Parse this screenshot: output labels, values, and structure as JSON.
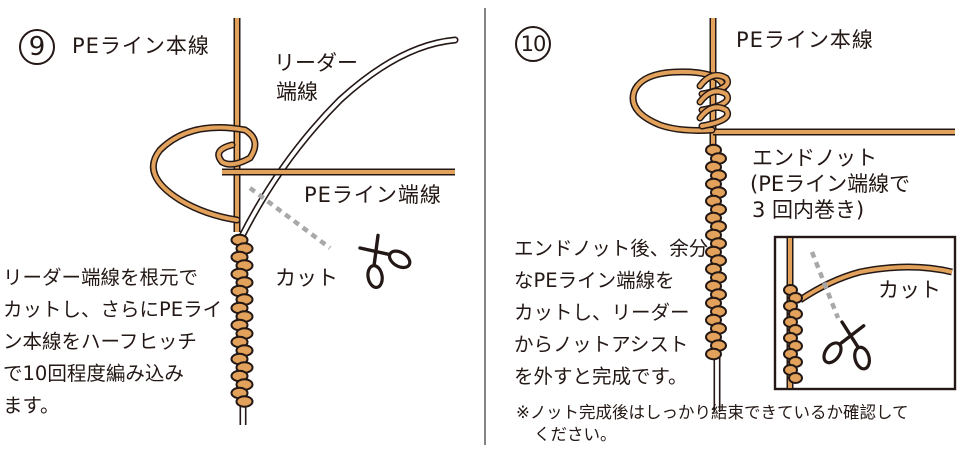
{
  "step9": {
    "number": "9",
    "main_line": "PEライン本線",
    "leader_end_line1": "リーダー",
    "leader_end_line2": "端線",
    "pe_end": "PEライン端線",
    "cut": "カット",
    "instructions": [
      "リーダー端線を根元で",
      "カットし、さらにPEライ",
      "ン本線をハーフヒッチ",
      "で10回程度編み込み",
      "ます。"
    ]
  },
  "step10": {
    "number": "10",
    "main_line": "PEライン本線",
    "end_knot": "エンドノット",
    "end_knot_note1": "(PEライン端線で",
    "end_knot_note2": "3 回内巻き)",
    "instructions": [
      "エンドノット後、余分",
      "なPEライン端線を",
      "カットし、リーダー",
      "からノットアシスト",
      "を外すと完成です。"
    ],
    "inset_cut": "カット",
    "footnote1": "※ノット完成後はしっかり結束できているか確認して",
    "footnote2": "ください。"
  },
  "colors": {
    "pe_line": "#e3a25c",
    "outline": "#231815",
    "cut_mark": "#a8a8a8",
    "divider": "#666666"
  }
}
